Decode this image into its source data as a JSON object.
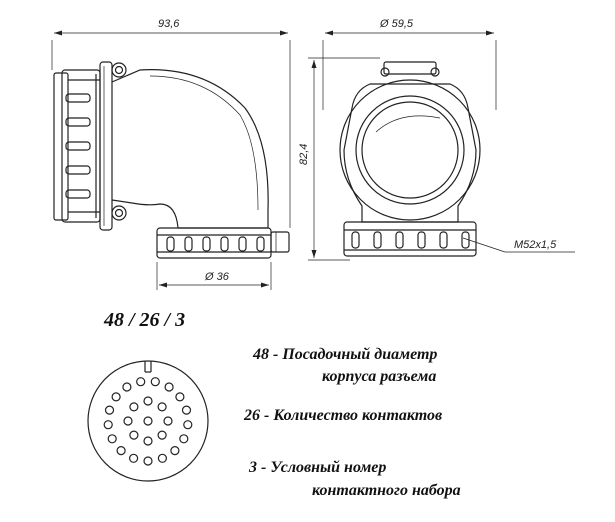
{
  "dimensions": {
    "overall_width": "93,6",
    "body_diameter": "Ø 59,5",
    "height": "82,4",
    "outlet_diameter": "Ø  36",
    "thread": "M52x1,5"
  },
  "code": "48 / 26 / 3",
  "legend": {
    "item1_line1": "48 -  Посадочный диаметр",
    "item1_line2": "корпуса разъема",
    "item2": "26  - Количество контактов",
    "item3_line1": "3  - Условный номер",
    "item3_line2": "контактного набора"
  },
  "contact_layout": {
    "contact_count": 26
  }
}
